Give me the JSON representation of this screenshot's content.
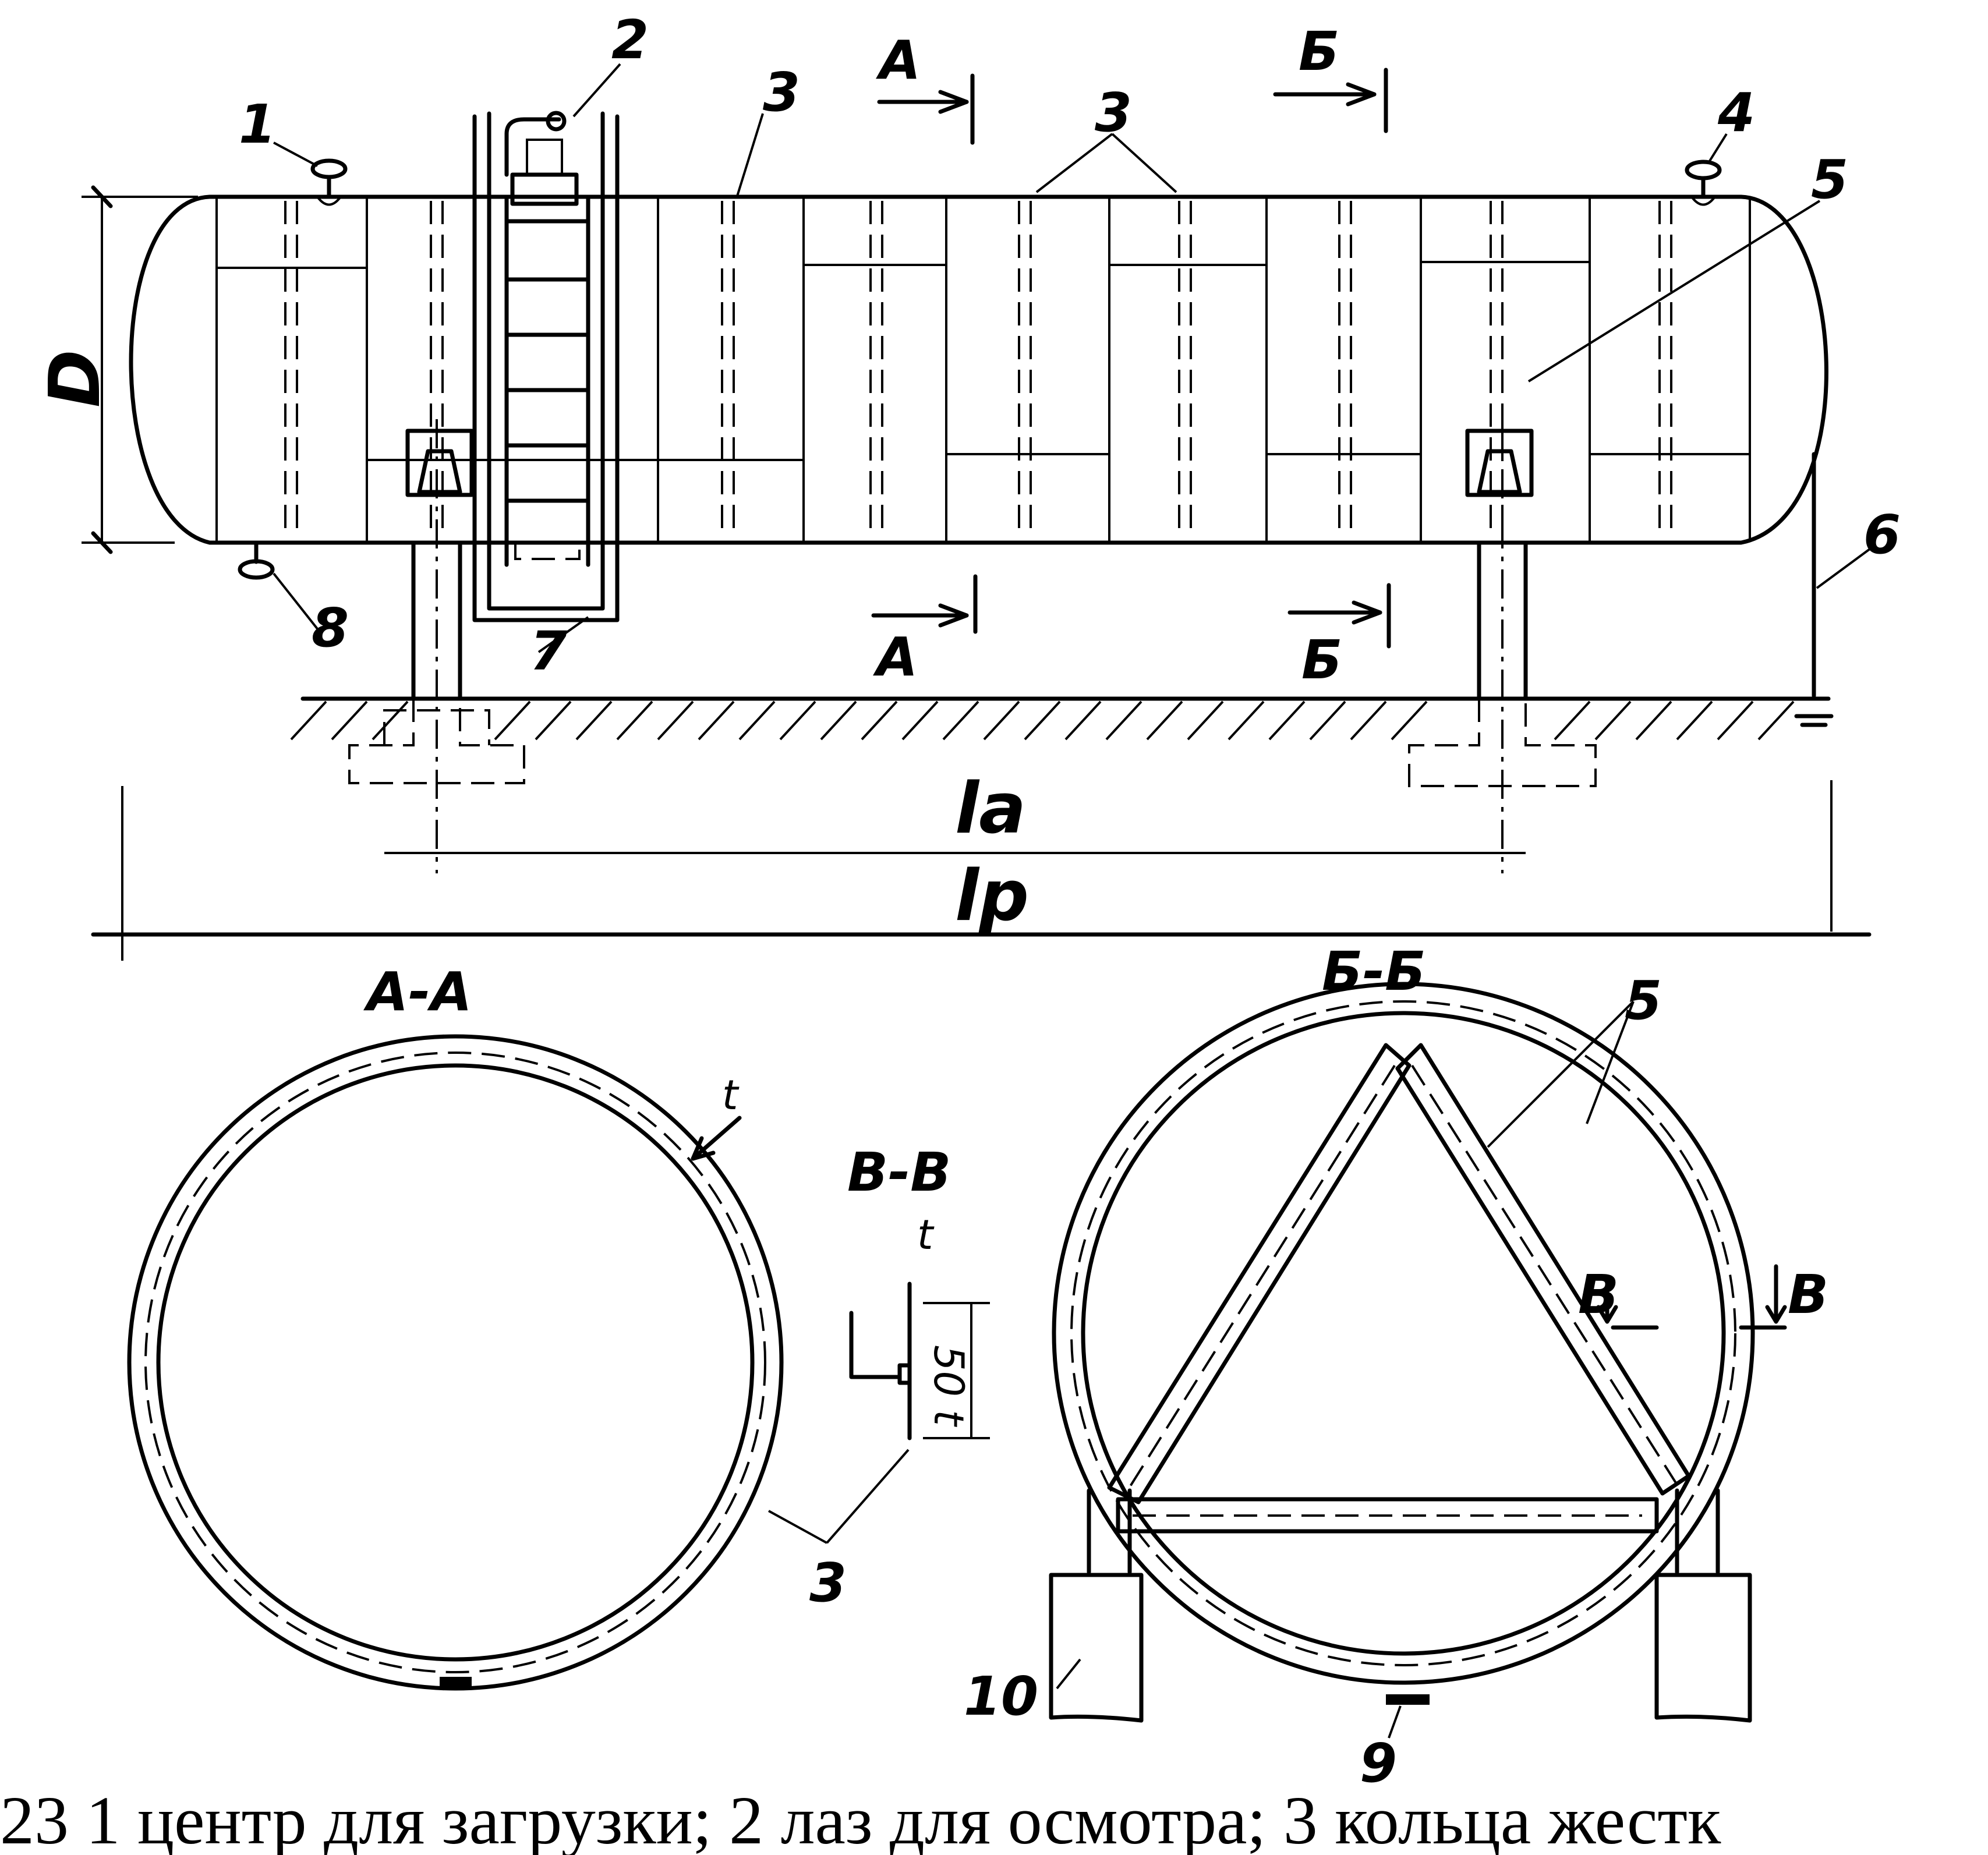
{
  "labels": {
    "n1": "1",
    "n2": "2",
    "n3a": "3",
    "n3b": "3",
    "n3c": "3",
    "n4": "4",
    "n5a": "5",
    "n5b": "5",
    "n6": "6",
    "n7": "7",
    "n8": "8",
    "n9": "9",
    "n10": "10",
    "diameter": "D",
    "section_a_top": "A",
    "section_a_bottom": "A",
    "section_b_top": "Б",
    "section_b_bottom": "Б",
    "la": "la",
    "lp": "lp",
    "view_aa": "А-А",
    "view_bb": "Б-Б",
    "view_vv": "В-В",
    "thickness_t1": "t",
    "thickness_t2": "t",
    "dim_50t": "50 t",
    "section_v_left": "В",
    "section_v_right": "В"
  },
  "caption": "23     1 центр для загрузки; 2 лаз для осмотра; 3 кольца жестк"
}
